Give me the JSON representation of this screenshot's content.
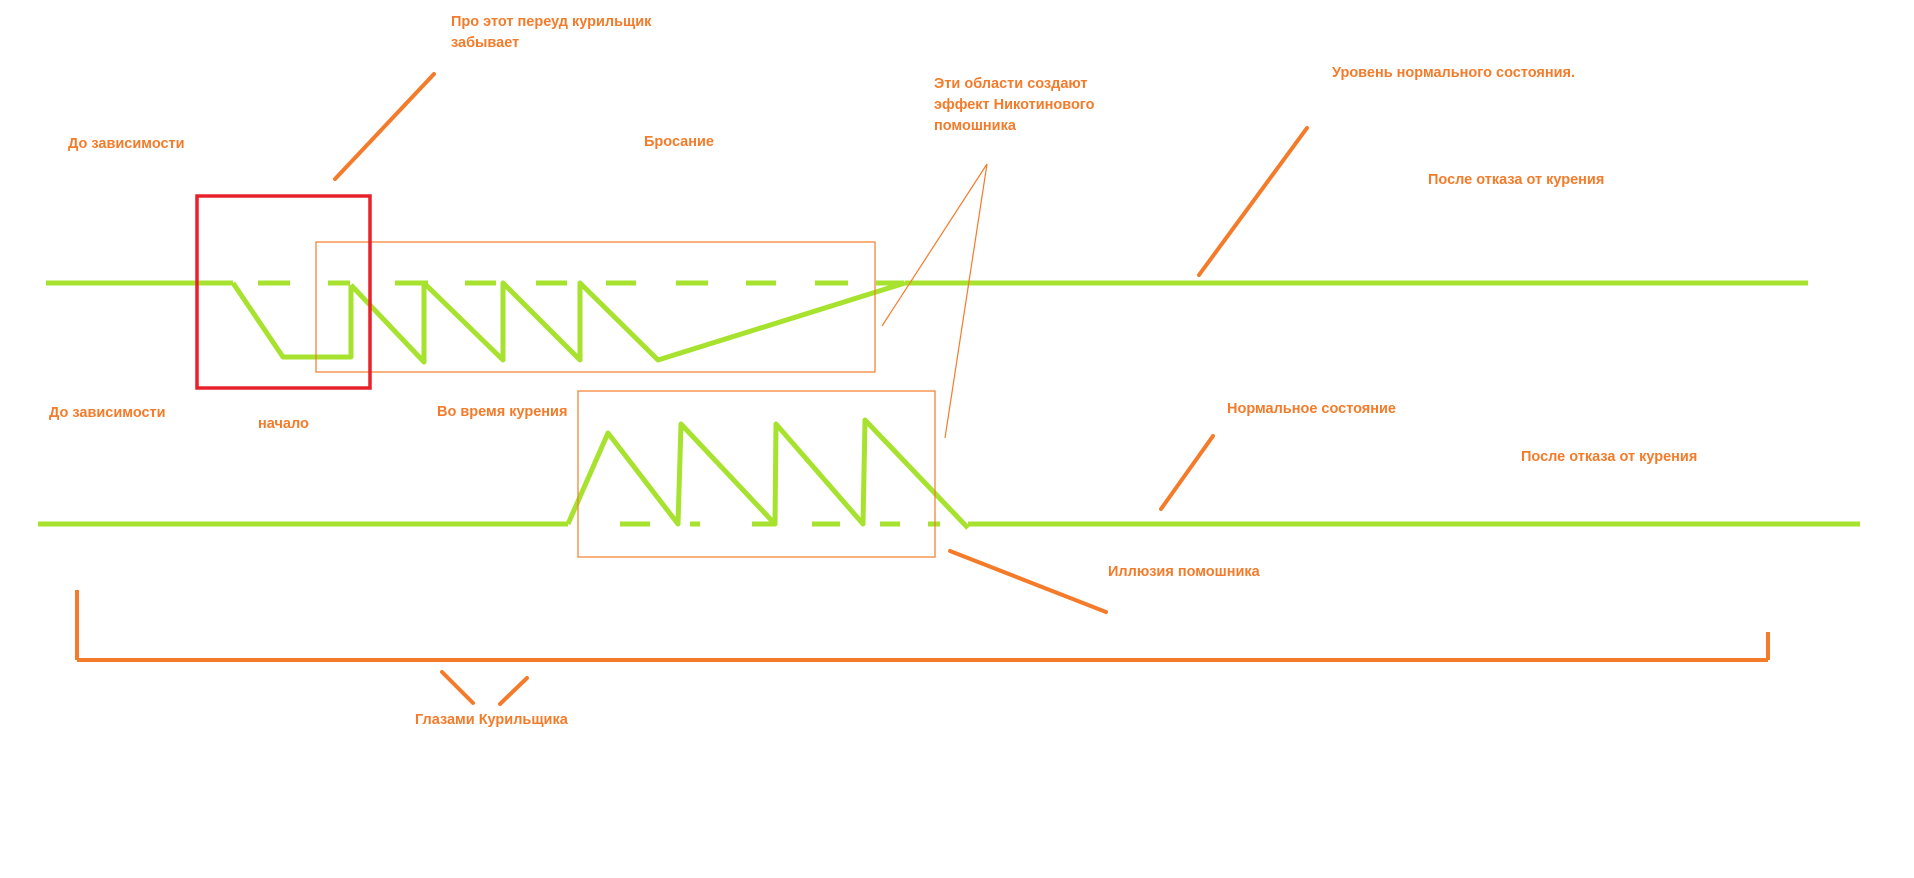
{
  "colors": {
    "line": "#a6e22e",
    "accent": "#f47b2a",
    "highlight": "#e8212b"
  },
  "labels": {
    "forget_period": "Про этот переуд курильщик\nзабывает",
    "before_top": "До зависимости",
    "quitting": "Бросание",
    "nicotine_effect": "Эти области создают\nэффект Никотинового\nпомошника",
    "normal_level": "Уровень нормального состояния.",
    "after_top": "После отказа от курения",
    "before_bottom": "До зависимости",
    "start": "начало",
    "while_smoking": "Во время курения",
    "normal_state": "Нормальное состояние",
    "after_bottom": "После отказа от курения",
    "helper_illusion": "Иллюзия помошника",
    "smokers_eyes": "Глазами Курильщика"
  }
}
